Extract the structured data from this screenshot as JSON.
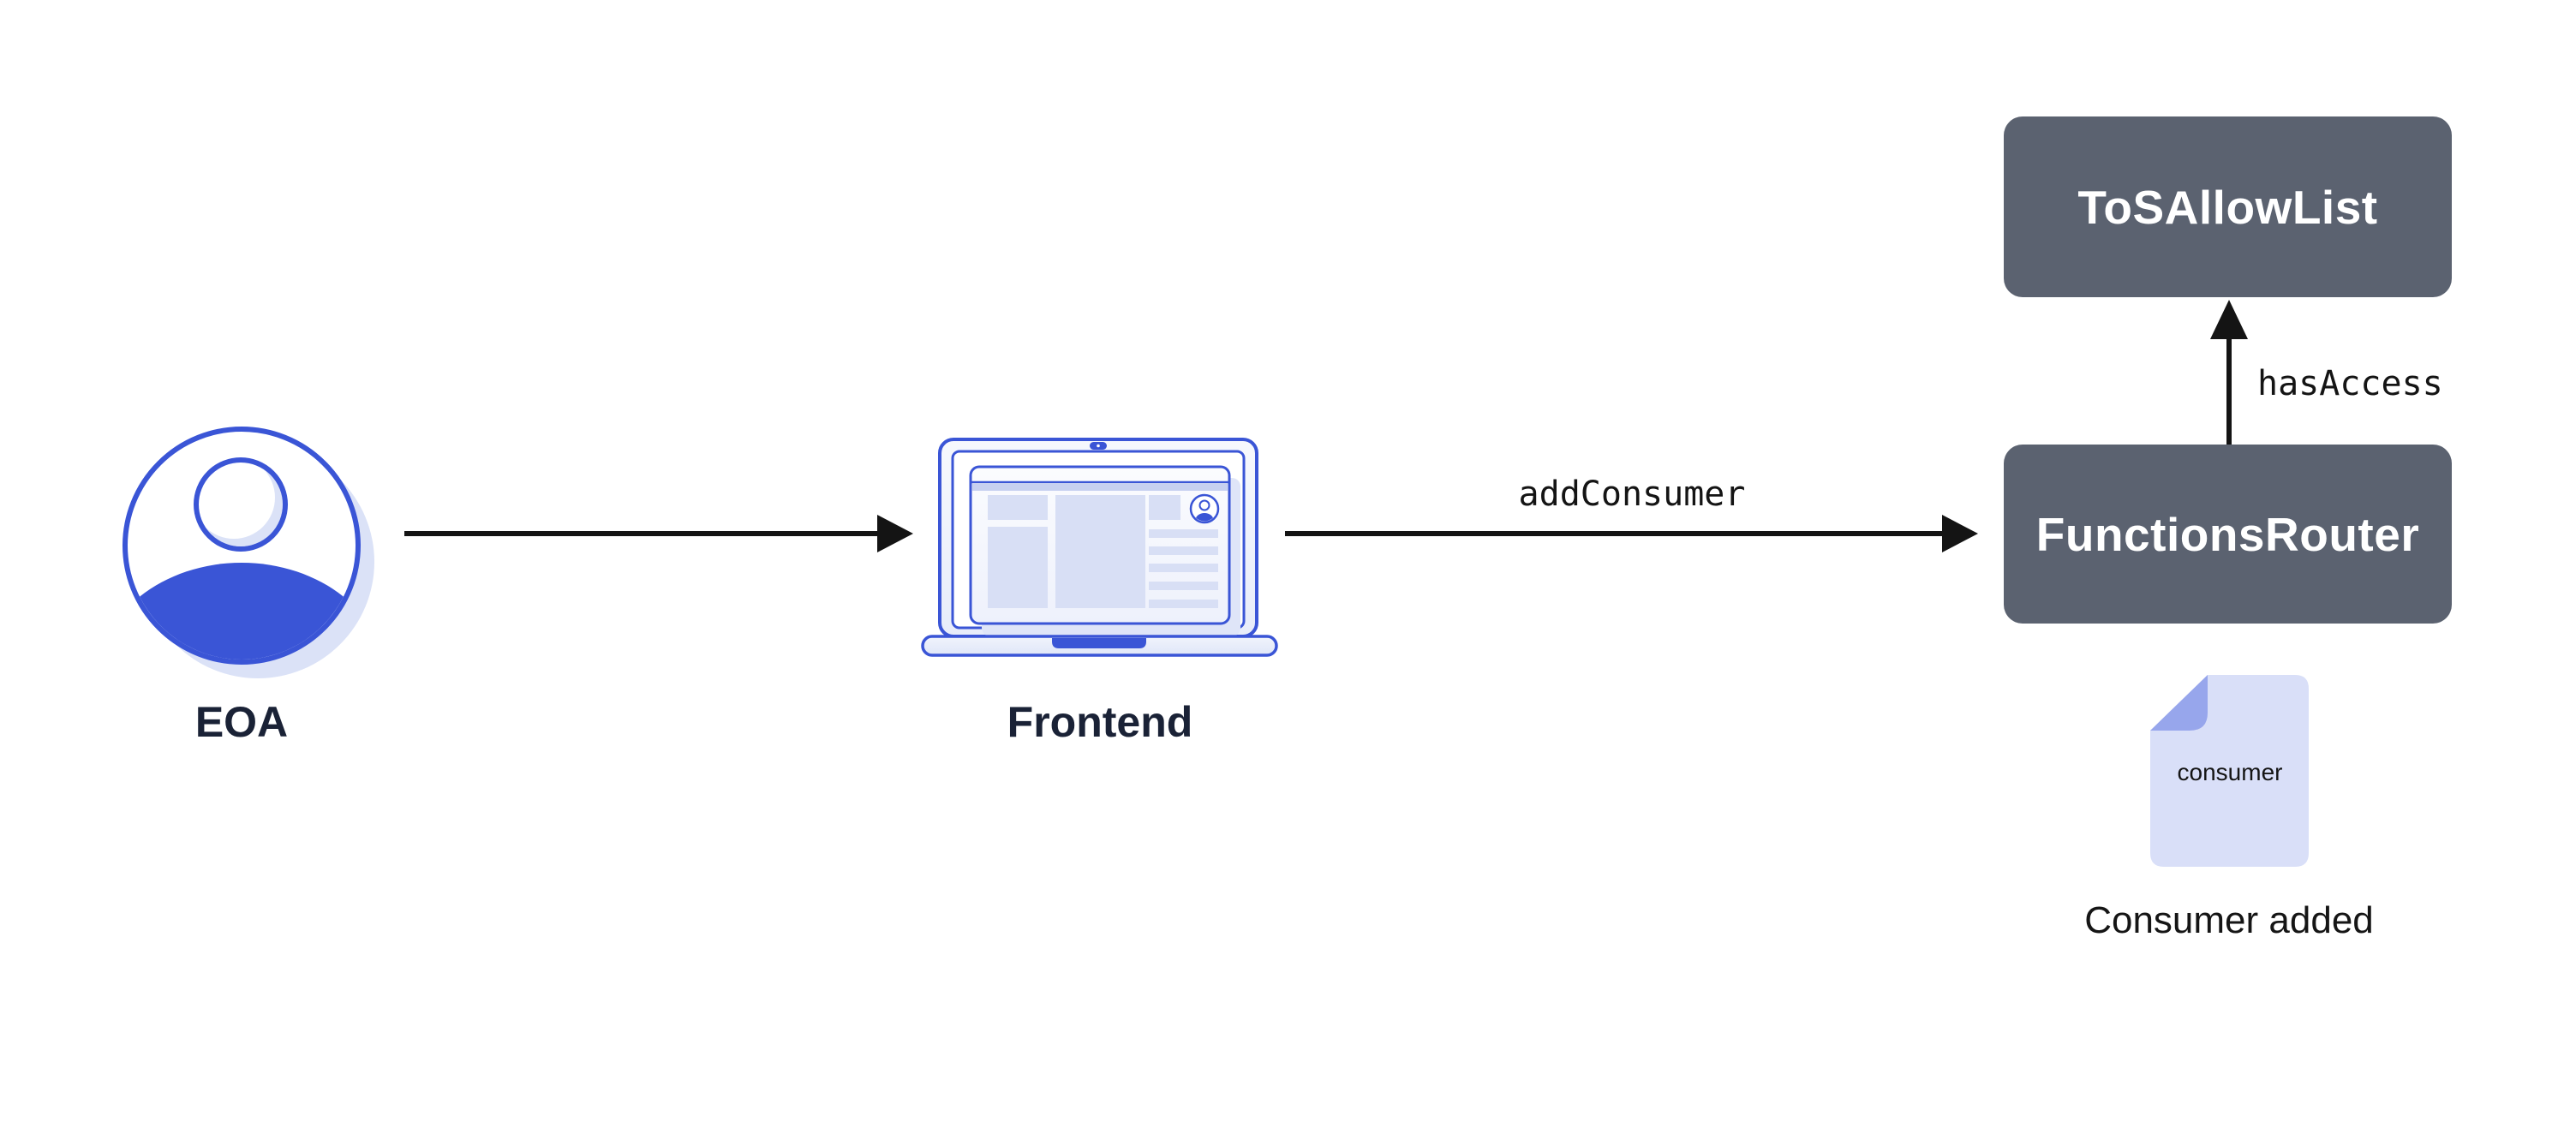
{
  "diagram": {
    "nodes": {
      "eoa": {
        "label": "EOA",
        "icon": "user-avatar-icon"
      },
      "frontend": {
        "label": "Frontend",
        "icon": "laptop-icon"
      },
      "tos_allow_list": {
        "label": "ToSAllowList"
      },
      "functions_router": {
        "label": "FunctionsRouter"
      },
      "consumer_file": {
        "file_text": "consumer",
        "caption": "Consumer added",
        "icon": "document-icon"
      }
    },
    "edges": {
      "eoa_to_frontend": {
        "label": ""
      },
      "frontend_to_functions_router": {
        "label": "addConsumer"
      },
      "functions_router_to_tos_allow_list": {
        "label": "hasAccess"
      }
    },
    "colors": {
      "accent_blue": "#3a55d6",
      "periwinkle_shadow": "#dbe2f7",
      "screen_block_fill": "#d8dff5",
      "slate_box": "#5b6270",
      "box_text": "#ffffff",
      "navy_label": "#1a2236",
      "arrow_black": "#141414",
      "doc_fill": "#d9dff8",
      "doc_fold": "#97a6ec"
    }
  }
}
